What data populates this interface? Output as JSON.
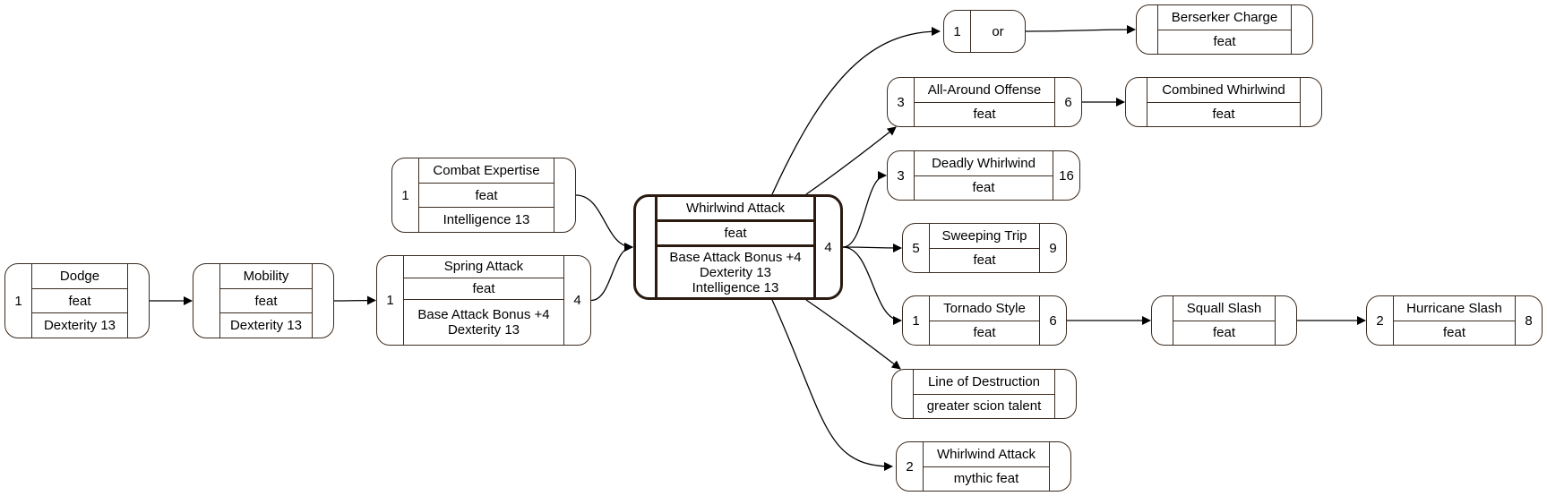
{
  "nodes": [
    {
      "id": "dodge",
      "left": "1",
      "right": "",
      "rows": [
        "Dodge",
        "feat",
        "Dexterity 13"
      ]
    },
    {
      "id": "mobility",
      "left": "",
      "right": "",
      "rows": [
        "Mobility",
        "feat",
        "Dexterity 13"
      ]
    },
    {
      "id": "spring_attack",
      "left": "1",
      "right": "4",
      "rows": [
        "Spring Attack",
        "feat",
        "Base Attack Bonus +4\nDexterity 13"
      ]
    },
    {
      "id": "combat_expertise",
      "left": "1",
      "right": "",
      "rows": [
        "Combat Expertise",
        "feat",
        "Intelligence 13"
      ]
    },
    {
      "id": "whirlwind_attack",
      "left": "",
      "right": "4",
      "rows": [
        "Whirlwind Attack",
        "feat",
        "Base Attack Bonus +4\nDexterity 13\nIntelligence 13"
      ]
    },
    {
      "id": "or_node",
      "left": "1",
      "right": "",
      "rows": [
        "or"
      ]
    },
    {
      "id": "berserker_charge",
      "left": "",
      "right": "",
      "rows": [
        "Berserker Charge",
        "feat"
      ]
    },
    {
      "id": "all_around_offense",
      "left": "3",
      "right": "6",
      "rows": [
        "All-Around Offense",
        "feat"
      ]
    },
    {
      "id": "combined_whirlwind",
      "left": "",
      "right": "",
      "rows": [
        "Combined Whirlwind",
        "feat"
      ]
    },
    {
      "id": "deadly_whirlwind",
      "left": "3",
      "right": "16",
      "rows": [
        "Deadly Whirlwind",
        "feat"
      ]
    },
    {
      "id": "sweeping_trip",
      "left": "5",
      "right": "9",
      "rows": [
        "Sweeping Trip",
        "feat"
      ]
    },
    {
      "id": "tornado_style",
      "left": "1",
      "right": "6",
      "rows": [
        "Tornado Style",
        "feat"
      ]
    },
    {
      "id": "squall_slash",
      "left": "",
      "right": "",
      "rows": [
        "Squall Slash",
        "feat"
      ]
    },
    {
      "id": "hurricane_slash",
      "left": "2",
      "right": "8",
      "rows": [
        "Hurricane Slash",
        "feat"
      ]
    },
    {
      "id": "line_of_destruction",
      "left": "",
      "right": "",
      "rows": [
        "Line of Destruction",
        "greater scion talent"
      ]
    },
    {
      "id": "mythic_whirlwind",
      "left": "2",
      "right": "",
      "rows": [
        "Whirlwind Attack",
        "mythic feat"
      ]
    }
  ],
  "edges": [
    [
      "dodge",
      "mobility"
    ],
    [
      "mobility",
      "spring_attack"
    ],
    [
      "spring_attack",
      "whirlwind_attack"
    ],
    [
      "combat_expertise",
      "whirlwind_attack"
    ],
    [
      "whirlwind_attack",
      "or_node"
    ],
    [
      "whirlwind_attack",
      "all_around_offense"
    ],
    [
      "whirlwind_attack",
      "deadly_whirlwind"
    ],
    [
      "whirlwind_attack",
      "sweeping_trip"
    ],
    [
      "whirlwind_attack",
      "tornado_style"
    ],
    [
      "whirlwind_attack",
      "line_of_destruction"
    ],
    [
      "whirlwind_attack",
      "mythic_whirlwind"
    ],
    [
      "or_node",
      "berserker_charge"
    ],
    [
      "all_around_offense",
      "combined_whirlwind"
    ],
    [
      "tornado_style",
      "squall_slash"
    ],
    [
      "squall_slash",
      "hurricane_slash"
    ]
  ],
  "colors": {
    "line": "#3a2a1e",
    "focus_border": "#2a1a10"
  }
}
